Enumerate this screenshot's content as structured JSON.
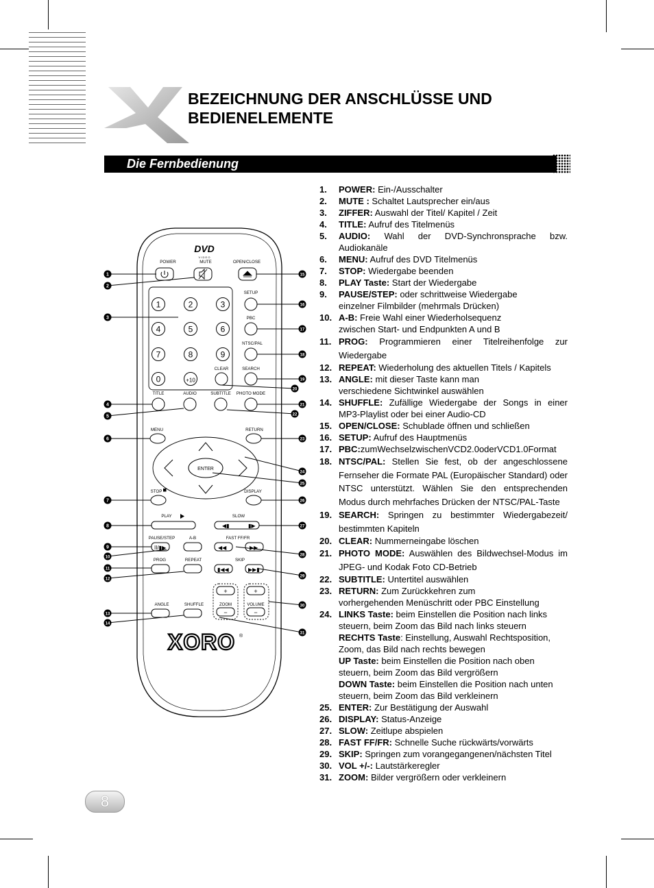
{
  "title_line1": "BEZEICHNUNG DER ANSCHLÜSSE UND",
  "title_line2": "BEDIENELEMENTE",
  "section": "Die Fernbedienung",
  "page_number": "8",
  "remote": {
    "brand": "XORO",
    "dvd": "DVD",
    "video": "V I D E O",
    "labels": {
      "power": "POWER",
      "mute": "MUTE",
      "open_close": "OPEN/CLOSE",
      "setup": "SETUP",
      "pbc": "PBC",
      "ntsc_pal": "NTSC/PAL",
      "clear": "CLEAR",
      "search": "SEARCH",
      "title": "TITLE",
      "audio": "AUDIO",
      "subtitle": "SUBTITLE",
      "photo_mode": "PHOTO MODE",
      "menu": "MENU",
      "return": "RETURN",
      "enter": "ENTER",
      "stop": "STOP",
      "display": "DISPLAY",
      "play": "PLAY",
      "slow": "SLOW",
      "pause_step": "PAUSE/STEP",
      "ab": "A-B",
      "fast": "FAST  FF/FR",
      "prog": "PROG",
      "repeat": "REPEAT",
      "skip": "SKIP",
      "angle": "ANGLE",
      "shuffle": "SHUFFLE",
      "zoom": "ZOOM",
      "volume": "VOLUME"
    },
    "digits": [
      "1",
      "2",
      "3",
      "4",
      "5",
      "6",
      "7",
      "8",
      "9",
      "0",
      "+10"
    ],
    "plus": "+",
    "minus": "−",
    "callouts": [
      "1",
      "2",
      "3",
      "4",
      "5",
      "6",
      "7",
      "8",
      "9",
      "10",
      "11",
      "12",
      "13",
      "14",
      "15",
      "16",
      "17",
      "18",
      "19",
      "20",
      "21",
      "22",
      "23",
      "24",
      "25",
      "26",
      "27",
      "28",
      "29",
      "30",
      "31"
    ]
  },
  "legend": [
    {
      "num": "1.",
      "key": "POWER:",
      "text": " Ein-/Ausschalter"
    },
    {
      "num": "2.",
      "key": "MUTE :",
      "text": " Schaltet Lautsprecher ein/aus"
    },
    {
      "num": "3.",
      "key": "ZIFFER:",
      "text": " Auswahl der Titel/ Kapitel / Zeit"
    },
    {
      "num": "4.",
      "key": "TITLE:",
      "text": " Aufruf des Titelmenüs"
    },
    {
      "num": "5.",
      "key": "AUDIO:",
      "text": " Wahl der DVD-Synchronsprache bzw. Audiokanäle"
    },
    {
      "num": "6.",
      "key": "MENU:",
      "text": "  Aufruf des DVD Titelmenüs"
    },
    {
      "num": "7.",
      "key": "STOP:",
      "text": " Wiedergabe beenden"
    },
    {
      "num": "8.",
      "key": "PLAY Taste:",
      "text": " Start der Wiedergabe"
    },
    {
      "num": "9.",
      "key": "PAUSE/STEP:",
      "text": " oder schrittweise Wiedergabe",
      "cont": "einzelner Filmbilder (mehrmals Drücken)"
    },
    {
      "num": "10.",
      "key": "A-B:",
      "text": " Freie Wahl einer Wiederholsequenz",
      "cont": "zwischen Start- und Endpunkten A und B"
    },
    {
      "num": "11.",
      "key": "PROG:",
      "text": " Programmieren einer Titelreihenfolge zur Wiedergabe",
      "tall": true
    },
    {
      "num": "12.",
      "key": "REPEAT:",
      "text": " Wiederholung des aktuellen Titels / Kapitels"
    },
    {
      "num": "13.",
      "key": "ANGLE:",
      "text": " mit dieser Taste kann man",
      "cont": "verschiedene Sichtwinkel auswählen"
    },
    {
      "num": "14.",
      "key": "SHUFFLE:",
      "text": " Zufällige Wiedergabe der Songs in einer MP3-Playlist oder bei einer Audio-CD"
    },
    {
      "num": "15.",
      "key": "OPEN/CLOSE:",
      "text": " Schublade öffnen und schließen"
    },
    {
      "num": "16.",
      "key": "SETUP:",
      "text": " Aufruf des Hauptmenüs"
    },
    {
      "num": "17.",
      "key": "PBC:",
      "text": "zumWechselzwischenVCD2.0oderVCD1.0Format"
    },
    {
      "num": "18.",
      "key": "NTSC/PAL:",
      "text": " Stellen Sie fest, ob der angeschlossene Fernseher die Formate PAL (Europäischer Standard) oder NTSC unterstützt. Wählen Sie den entsprechenden Modus durch mehrfaches Drücken der NTSC/PAL-Taste",
      "tall": true
    },
    {
      "num": "19.",
      "key": "SEARCH:",
      "text": " Springen zu bestimmter Wiedergabezeit/ bestimmten Kapiteln",
      "tall": true
    },
    {
      "num": "20.",
      "key": "CLEAR:",
      "text": " Nummerneingabe löschen"
    },
    {
      "num": "21.",
      "key": "PHOTO MODE:",
      "text": " Auswählen des Bildwechsel-Modus im JPEG- und Kodak Foto CD-Betrieb",
      "tall": true
    },
    {
      "num": "22.",
      "key": "SUBTITLE:",
      "text": " Untertitel auswählen"
    },
    {
      "num": "23.",
      "key": "RETURN:",
      "text": " Zum Zurückkehren zum",
      "cont": "vorhergehenden Menüschritt oder PBC Einstellung"
    },
    {
      "num": "24.",
      "key": "LINKS Taste:",
      "text": " beim Einstellen die Position nach links",
      "cont": "steuern, beim Zoom das Bild nach links steuern",
      "extra": [
        {
          "key": "RECHTS Taste",
          "text": ": Einstellung, Auswahl Rechtsposition,",
          "cont": "Zoom, das Bild nach rechts bewegen"
        },
        {
          "key": "UP Taste:",
          "text": " beim Einstellen die Position nach oben",
          "cont": "steuern, beim Zoom das Bild vergrößern"
        },
        {
          "key": "DOWN Taste:",
          "text": " beim Einstellen die Position nach unten",
          "cont": "steuern, beim Zoom das Bild verkleinern"
        }
      ]
    },
    {
      "num": "25.",
      "key": "ENTER:",
      "text": " Zur Bestätigung der Auswahl"
    },
    {
      "num": "26.",
      "key": "DISPLAY:",
      "text": " Status-Anzeige"
    },
    {
      "num": "27.",
      "key": "SLOW:",
      "text": " Zeitlupe abspielen"
    },
    {
      "num": "28.",
      "key": "FAST FF/FR:",
      "text": " Schnelle Suche rückwärts/vorwärts"
    },
    {
      "num": "29.",
      "key": "SKIP:",
      "text": " Springen zum vorangegangenen/nächsten Titel"
    },
    {
      "num": "30.",
      "key": "VOL +/-:",
      "text": " Lautstärkeregler"
    },
    {
      "num": "31.",
      "key": "ZOOM:",
      "text": " Bilder vergrößern oder verkleinern"
    }
  ]
}
